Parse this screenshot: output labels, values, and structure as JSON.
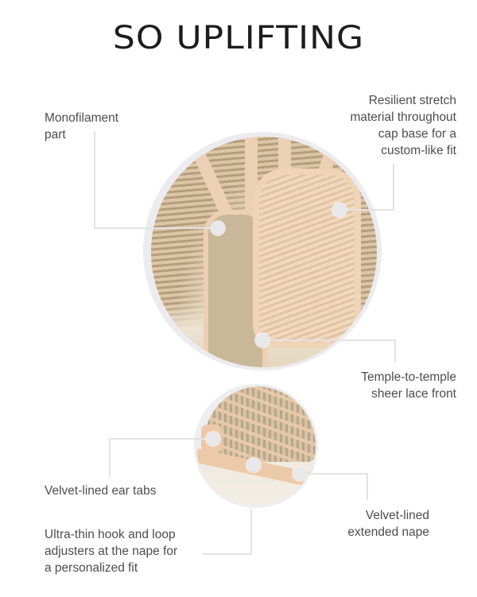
{
  "title": "SO UPLIFTING",
  "callouts": {
    "monofilament": {
      "lines": [
        "Monofilament",
        "part"
      ]
    },
    "resilient": {
      "lines": [
        "Resilient stretch",
        "material throughout",
        "cap base for a",
        "custom-like fit"
      ]
    },
    "temple": {
      "lines": [
        "Temple-to-temple",
        "sheer lace front"
      ]
    },
    "ear_tabs": {
      "lines": [
        "Velvet-lined ear tabs"
      ]
    },
    "hook_loop": {
      "lines": [
        "Ultra-thin hook and loop",
        "adjusters at the nape for",
        "a personalized fit"
      ]
    },
    "nape": {
      "lines": [
        "Velvet-lined",
        "extended nape"
      ]
    }
  },
  "images": {
    "large": "wig-cap-interior-top-view",
    "small": "wig-cap-interior-back-view"
  },
  "colors": {
    "title": "#1d1d1d",
    "label": "#4d4d4d",
    "connector": "#e3e3e3",
    "cap_band": "#ecd0b4",
    "halo": "#ecebef"
  }
}
